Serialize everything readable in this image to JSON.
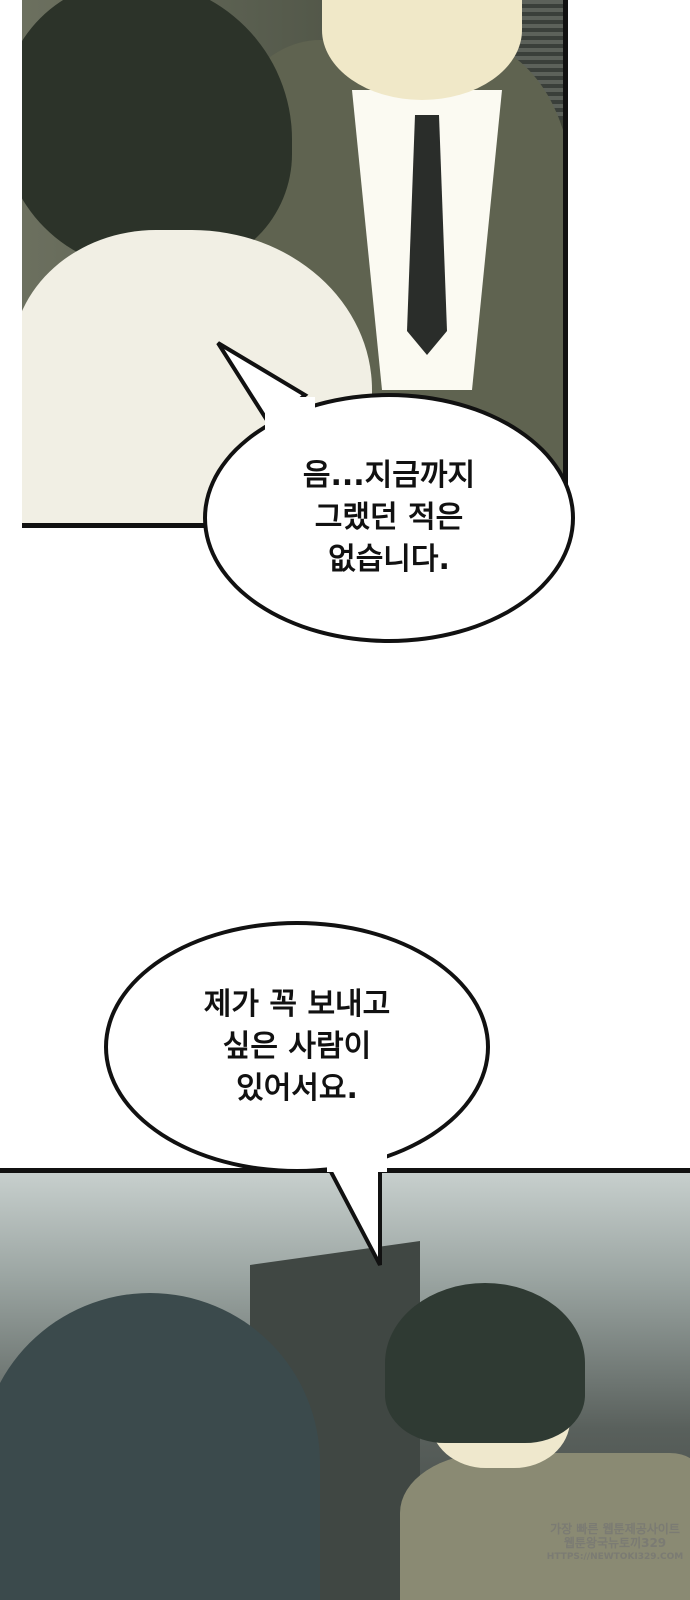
{
  "bubbles": [
    {
      "text": "음...지금까지\n그랬던 적은\n없습니다."
    },
    {
      "text": "제가 꼭 보내고\n싶은 사람이\n있어서요."
    }
  ],
  "watermark": {
    "line1": "가장 빠른 웹툰제공사이트",
    "line2": "웹툰왕국뉴토끼329",
    "line3": "HTTPS://NEWTOKI329.COM"
  }
}
